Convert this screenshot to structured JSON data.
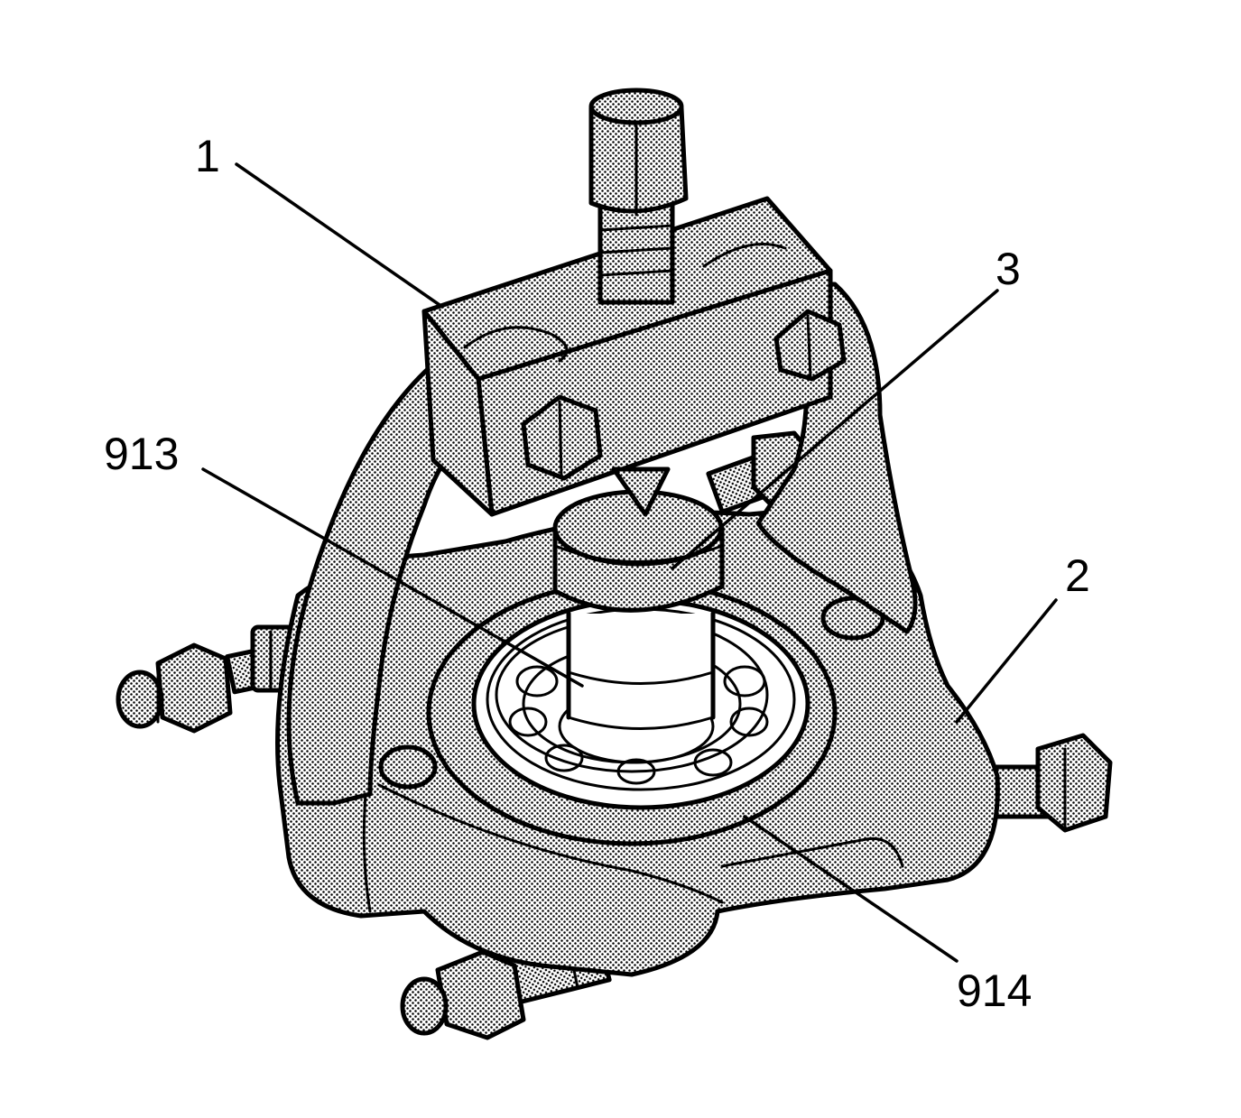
{
  "callouts": {
    "c1": "1",
    "c2": "2",
    "c3": "3",
    "c913": "913",
    "c914": "914"
  },
  "colors": {
    "outline": "#000000",
    "background": "#ffffff",
    "hatch": "#000000"
  }
}
